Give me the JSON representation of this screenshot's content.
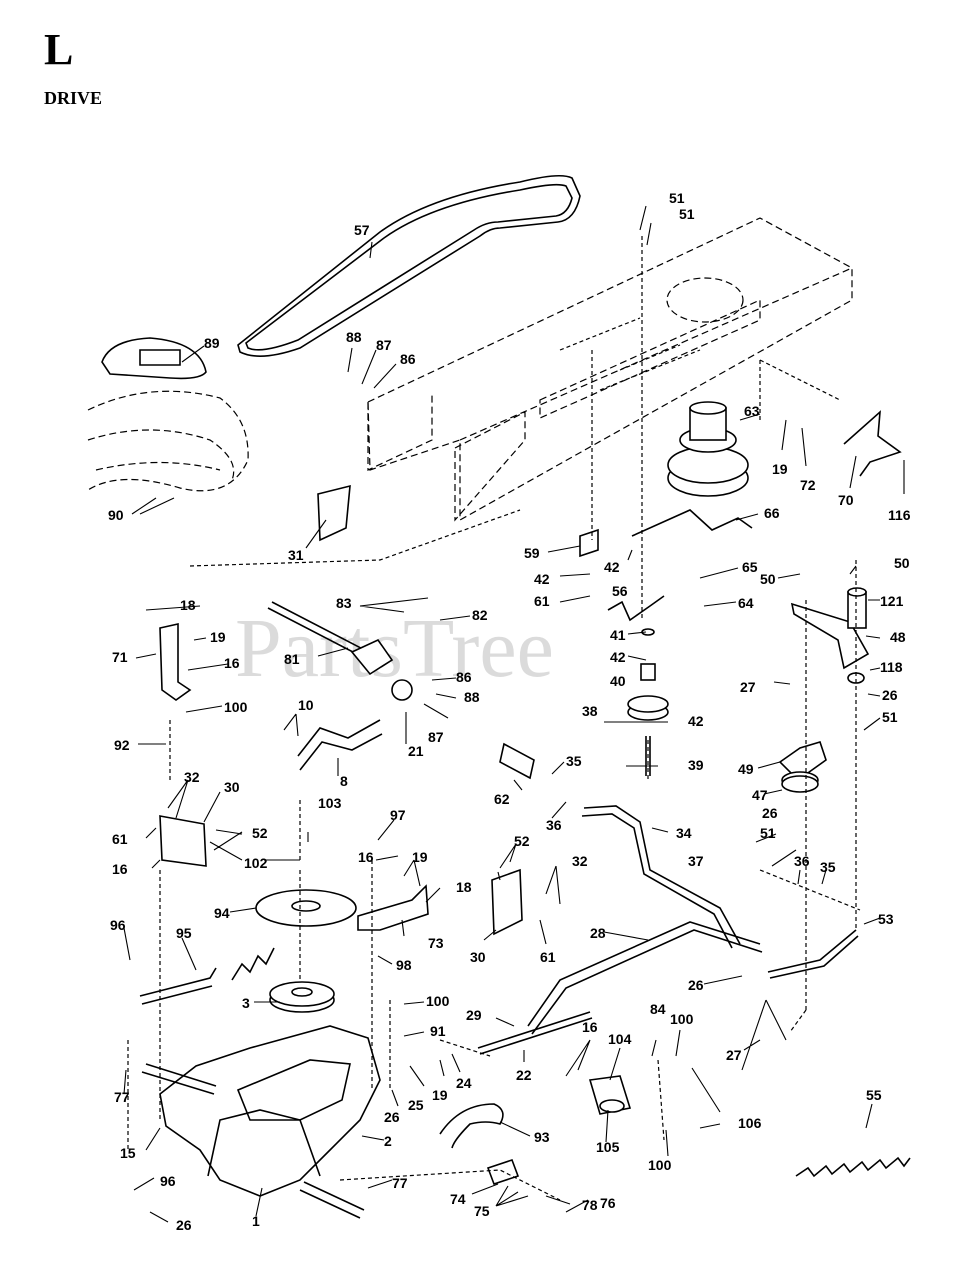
{
  "page": {
    "section_letter": "L",
    "section_title": "DRIVE",
    "watermark": "PartsTree"
  },
  "callouts": [
    {
      "label": "57"
    },
    {
      "label": "51"
    },
    {
      "label": "51"
    },
    {
      "label": "89"
    },
    {
      "label": "88"
    },
    {
      "label": "87"
    },
    {
      "label": "86"
    },
    {
      "label": "63"
    },
    {
      "label": "19"
    },
    {
      "label": "72"
    },
    {
      "label": "70"
    },
    {
      "label": "116"
    },
    {
      "label": "90"
    },
    {
      "label": "31"
    },
    {
      "label": "59"
    },
    {
      "label": "66"
    },
    {
      "label": "42"
    },
    {
      "label": "42"
    },
    {
      "label": "56"
    },
    {
      "label": "61"
    },
    {
      "label": "65"
    },
    {
      "label": "50"
    },
    {
      "label": "50"
    },
    {
      "label": "83"
    },
    {
      "label": "82"
    },
    {
      "label": "18"
    },
    {
      "label": "19"
    },
    {
      "label": "71"
    },
    {
      "label": "16"
    },
    {
      "label": "81"
    },
    {
      "label": "64"
    },
    {
      "label": "41"
    },
    {
      "label": "42"
    },
    {
      "label": "121"
    },
    {
      "label": "48"
    },
    {
      "label": "86"
    },
    {
      "label": "88"
    },
    {
      "label": "87"
    },
    {
      "label": "40"
    },
    {
      "label": "118"
    },
    {
      "label": "27"
    },
    {
      "label": "100"
    },
    {
      "label": "92"
    },
    {
      "label": "10"
    },
    {
      "label": "21"
    },
    {
      "label": "8"
    },
    {
      "label": "38"
    },
    {
      "label": "42"
    },
    {
      "label": "26"
    },
    {
      "label": "51"
    },
    {
      "label": "35"
    },
    {
      "label": "62"
    },
    {
      "label": "39"
    },
    {
      "label": "49"
    },
    {
      "label": "47"
    },
    {
      "label": "32"
    },
    {
      "label": "30"
    },
    {
      "label": "36"
    },
    {
      "label": "26"
    },
    {
      "label": "51"
    },
    {
      "label": "103"
    },
    {
      "label": "97"
    },
    {
      "label": "34"
    },
    {
      "label": "52"
    },
    {
      "label": "61"
    },
    {
      "label": "16"
    },
    {
      "label": "19"
    },
    {
      "label": "37"
    },
    {
      "label": "52"
    },
    {
      "label": "16"
    },
    {
      "label": "102"
    },
    {
      "label": "32"
    },
    {
      "label": "36"
    },
    {
      "label": "35"
    },
    {
      "label": "18"
    },
    {
      "label": "94"
    },
    {
      "label": "73"
    },
    {
      "label": "53"
    },
    {
      "label": "96"
    },
    {
      "label": "95"
    },
    {
      "label": "30"
    },
    {
      "label": "61"
    },
    {
      "label": "28"
    },
    {
      "label": "98"
    },
    {
      "label": "26"
    },
    {
      "label": "3"
    },
    {
      "label": "100"
    },
    {
      "label": "29"
    },
    {
      "label": "16"
    },
    {
      "label": "84"
    },
    {
      "label": "100"
    },
    {
      "label": "55"
    },
    {
      "label": "91"
    },
    {
      "label": "104"
    },
    {
      "label": "22"
    },
    {
      "label": "27"
    },
    {
      "label": "77"
    },
    {
      "label": "24"
    },
    {
      "label": "19"
    },
    {
      "label": "25"
    },
    {
      "label": "26"
    },
    {
      "label": "106"
    },
    {
      "label": "15"
    },
    {
      "label": "2"
    },
    {
      "label": "93"
    },
    {
      "label": "105"
    },
    {
      "label": "100"
    },
    {
      "label": "96"
    },
    {
      "label": "77"
    },
    {
      "label": "78"
    },
    {
      "label": "74"
    },
    {
      "label": "76"
    },
    {
      "label": "75"
    },
    {
      "label": "26"
    },
    {
      "label": "1"
    }
  ]
}
